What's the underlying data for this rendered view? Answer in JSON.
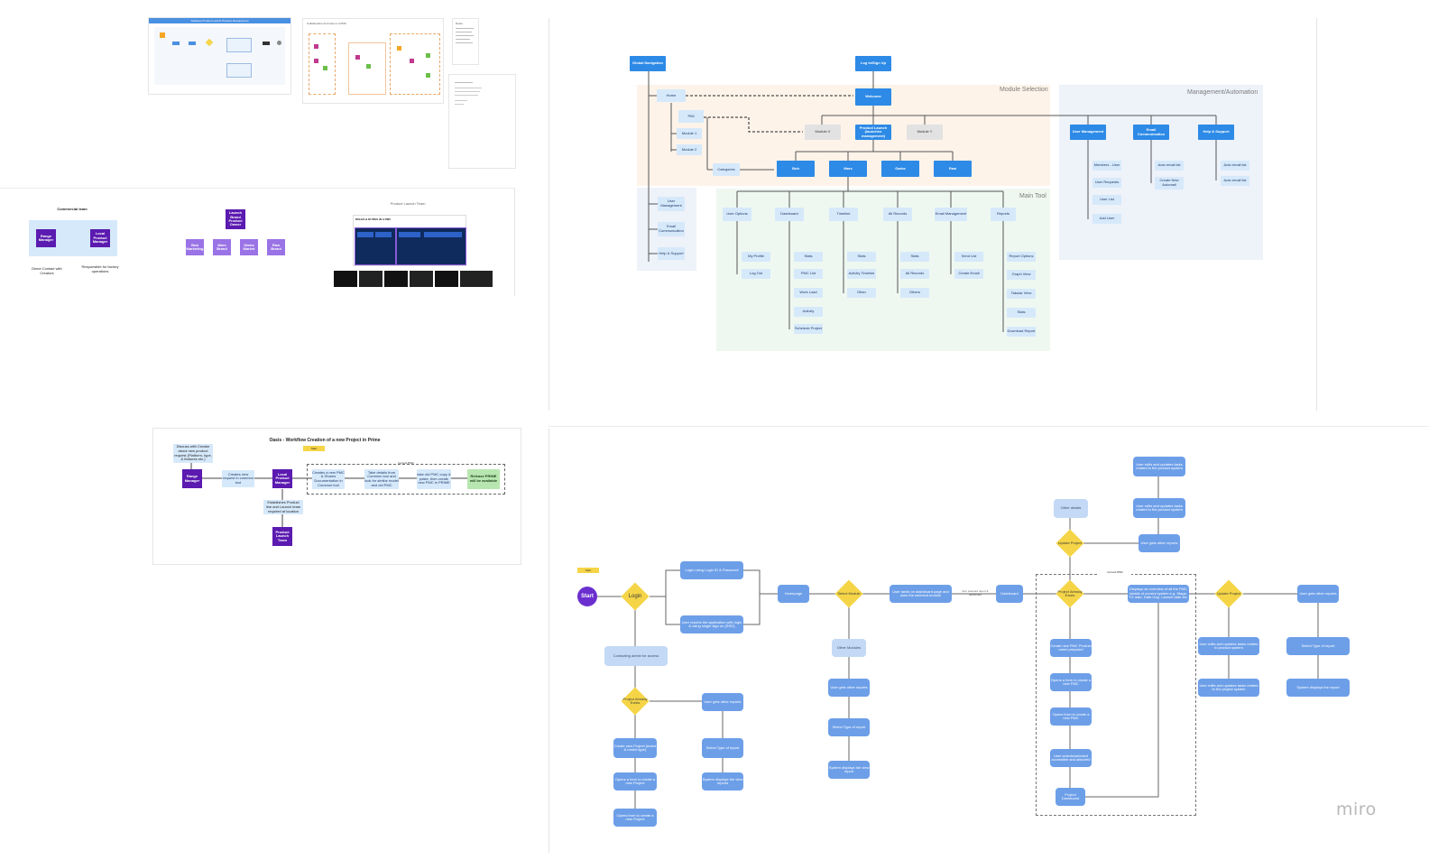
{
  "watermark": "miro",
  "sitemap": {
    "global_navigation": "Global Navigation",
    "login_signup": "Log In/Sign Up",
    "dashboard": "Welcome",
    "home": "Home",
    "module_selection_label": "Module Selection",
    "management_label": "Management/Automation",
    "main_tool_label": "Main Tool",
    "pim": "PIM",
    "module_1": "Module 1",
    "module_2": "Module 2",
    "categories": "Categories",
    "product_launch": "Product Launch (launches management)",
    "module_x": "Module X",
    "module_y": "Module Y",
    "side_nav": [
      "User Management",
      "Email Communication",
      "Help & Support"
    ],
    "brands": [
      "Bob",
      "Mars",
      "Garbs",
      "Raw"
    ],
    "mgmt_heads": [
      "User Management",
      "Email Communication",
      "Help & Support"
    ],
    "mgmt_user_items": [
      "Members - User",
      "User Requests",
      "User List",
      "Add User"
    ],
    "mgmt_email_items": [
      "Auto email list",
      "Create New Automail"
    ],
    "mgmt_help_items": [
      "Auto email list",
      "Auto email list"
    ],
    "tool_heads": [
      "User Options",
      "Dashboard",
      "Timeline",
      "All Records",
      "Email Management",
      "Reports"
    ],
    "tool_cols": [
      [
        "My Profile",
        "Log Out"
      ],
      [
        "Stats",
        "PMC List",
        "Work Load",
        "Activity",
        "Schedule Project"
      ],
      [
        "Stats",
        "Activity Timeline",
        "Other"
      ],
      [
        "Stats",
        "All Records",
        "Others"
      ],
      [
        "Send List",
        "Create Email"
      ],
      [
        "Report Options",
        "Graph View",
        "Tabular View",
        "Stats",
        "Download Report"
      ]
    ]
  },
  "topleft": {
    "flow_header": "Software Product Launch Process Development",
    "caption": "Collaboration and roles in a PMC",
    "notes_title": "Notes"
  },
  "comm_team": {
    "title": "Commercial team",
    "boxes": [
      "Range Manager",
      "Local Product Manager"
    ],
    "captions": [
      "Direct Contact with Creators",
      "Responsible for factory operations"
    ]
  },
  "org": {
    "top": "Launch Brand Product Owner",
    "children": [
      "Bob Marketing",
      "Mars Brand",
      "Garbs Market",
      "Raw Brand"
    ]
  },
  "launch_team": {
    "title": "Product Launch Team",
    "subtitle": "ROLES & DUTIES IN A PMC"
  },
  "workflow": {
    "title": "Oasis - Workflow Creation of a new Project in Prime",
    "tag": "Start",
    "pmc_label": "Current PMC",
    "top_note": "Discuss with Creator about new product request (Platform, type, & features etc.)",
    "nodes": [
      "Range Manager",
      "Creates new request in common tool",
      "Local Product Manager",
      "Creates a new PMC & Shares Documentation in Common tool",
      "Take details from Common tool and look for similar model and old PMC",
      "take old PMC copy & paste, then create new PMC in PRIME",
      "Release PRIME will be available"
    ],
    "bottom_note": "Establishes Product line and Launch team required at location",
    "bottom_box": "Product Launch Team"
  },
  "flow": {
    "start": "Start",
    "legend_tag": "Start",
    "login": "Login",
    "login_opt1": "Login using Login ID & Password",
    "login_opt2": "User reports the application with login & using single sign on (SSO)",
    "no_access": "Contacting admin for access",
    "sel_project": "Project Already Exists",
    "create_proj": "Create new Project (brand & model type)",
    "opens_form": "Opens a form to create a new Project",
    "fill_fields": "Opens form to create a new Project",
    "user_gets": "User gets other reports",
    "more_reports": "Select Type of report",
    "display": "System displays the view reports",
    "homepage": "Homepage",
    "select_module": "Select Module",
    "other_modules": "Other Modules",
    "user_reports_2": "User gets other reports",
    "select_report": "Select Type of report",
    "sys_display": "System displays the view report",
    "dash_note": "User lands on dashboard page and uses the selected module",
    "dashboard": "Dashboard",
    "arrow_label": "Run selected report & dashboard",
    "current_pmc": "Current PMC",
    "proj_exists": "Project Already Exists",
    "update_project": "Update Project",
    "other_details": "Other details",
    "user_gets_reports": "User gets other reports",
    "top_1": "User edits and updates tasks related to the product system",
    "top_2": "User edits and updates tasks related to the product system",
    "right_note": "Displays an overview of all the PMC details of current system e.g. Stage, TG date, Date Gap, Launch date etc.",
    "create_pmc": "Create new PMC Product name prepared",
    "opens_form_pmc": "Opens a form to create a new PMC",
    "form_project": "Opens form to create a new PMC",
    "user_uploads": "User selects/selected accessible and attached",
    "project_dashboard": "Project Dashboard",
    "update_project_2": "Update Project",
    "user_gets_report_r": "User gets other reports",
    "edits_1": "User edits and updates tasks related to product system",
    "edits_2": "User edits and updates tasks related to the project system",
    "select_type_r": "Select Type of report",
    "system_displays_r": "System displays the report"
  }
}
